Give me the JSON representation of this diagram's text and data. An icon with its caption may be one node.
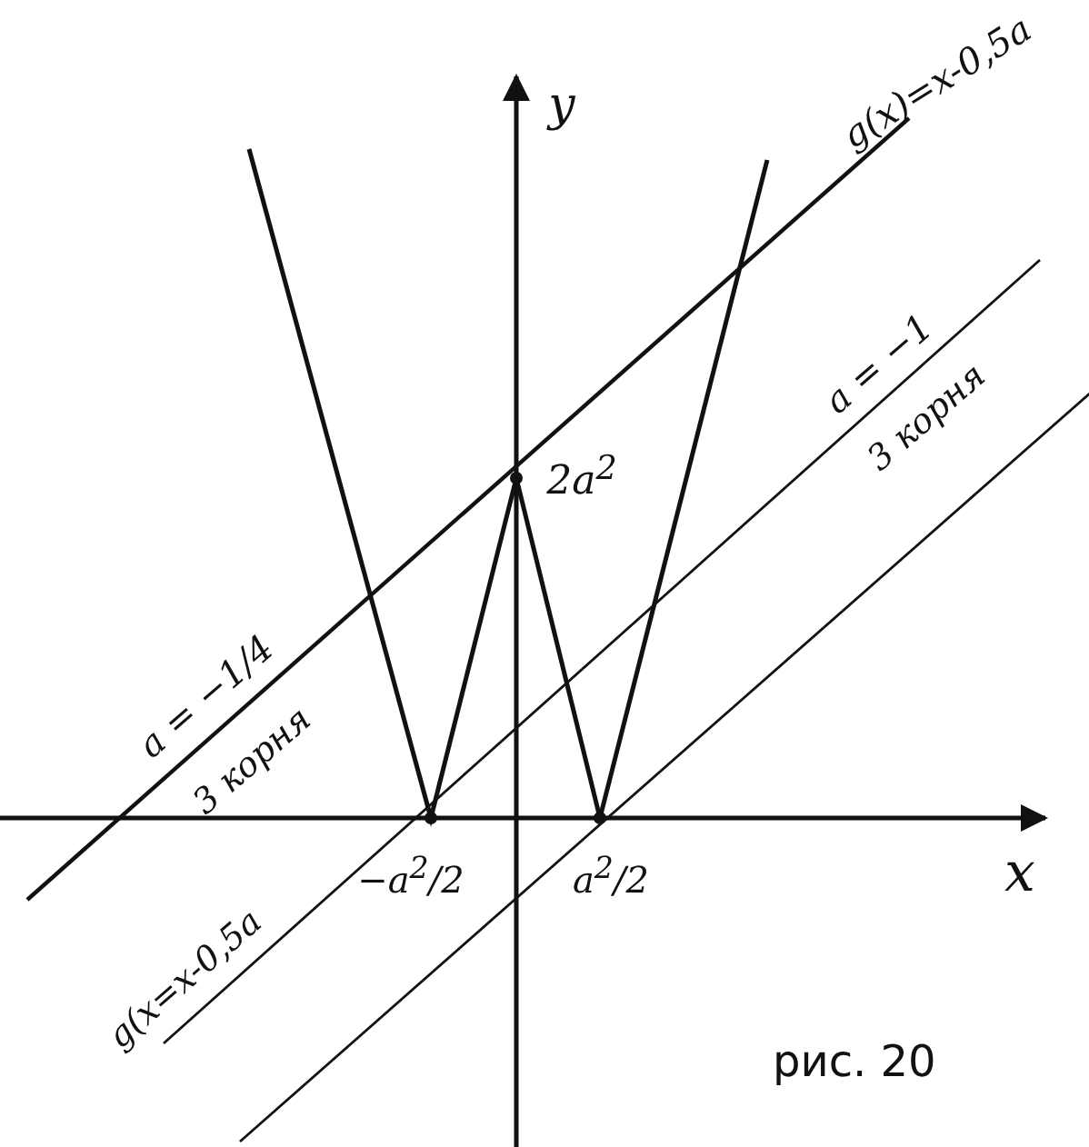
{
  "diagram": {
    "caption": "рис. 20",
    "labels": [
      "y",
      "g(x)=x-0,5a",
      "a = −1",
      "3 корня",
      "2a$^{2}$",
      "a = −1/4",
      "3 корня",
      "−a$^{2}$/2",
      "a$^{2}$/2",
      "x",
      "g(x=x-0,5a"
    ]
  }
}
